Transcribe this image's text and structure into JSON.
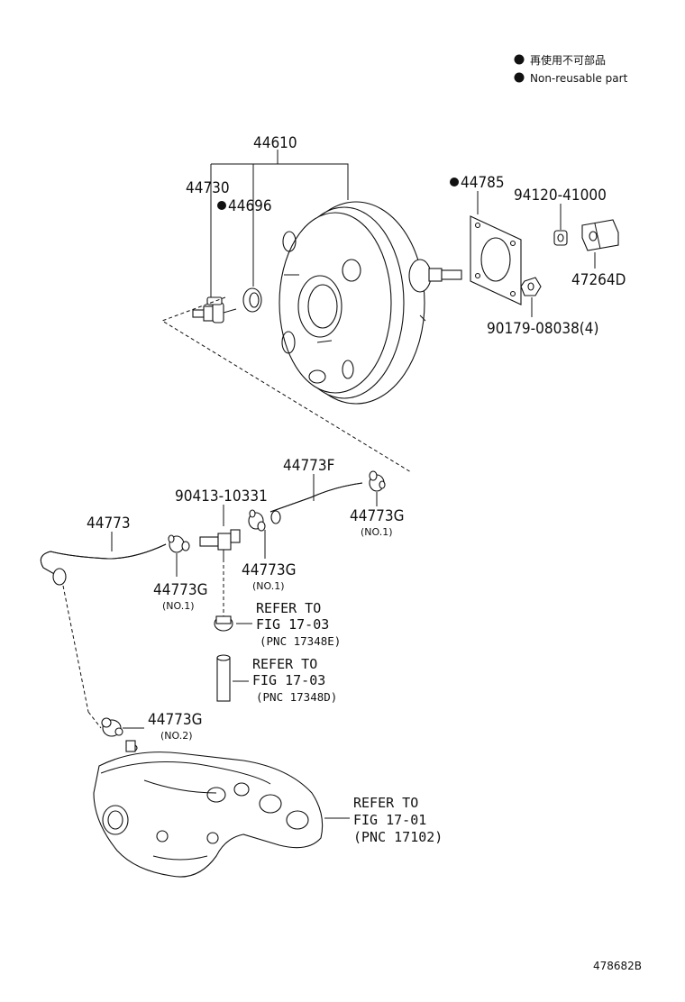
{
  "legend": {
    "jp_text": "再使用不可部品",
    "en_text": "Non-reusable part"
  },
  "labels": {
    "p44610": "44610",
    "p44730": "44730",
    "p44696": "44696",
    "p44785": "44785",
    "p94120": "94120-41000",
    "p47264D": "47264D",
    "p90179": "90179-08038(4)",
    "p44773F": "44773F",
    "p90413": "90413-10331",
    "p44773": "44773",
    "p44773G_right": "44773G",
    "p44773G_right_no": "(NO.1)",
    "p44773G_mid": "44773G",
    "p44773G_mid_no": "(NO.1)",
    "p44773G_left": "44773G",
    "p44773G_left_no": "(NO.1)",
    "p44773G_bottom": "44773G",
    "p44773G_bottom_no": "(NO.2)"
  },
  "refs": {
    "ref1_l1": "REFER TO",
    "ref1_l2": "FIG 17-03",
    "ref1_l3": "(PNC 17348E)",
    "ref2_l1": "REFER TO",
    "ref2_l2": "FIG 17-03",
    "ref2_l3": "(PNC 17348D)",
    "ref3_l1": "REFER TO",
    "ref3_l2": "FIG 17-01",
    "ref3_l3": "(PNC 17102)"
  },
  "diagram_id": "478682B"
}
